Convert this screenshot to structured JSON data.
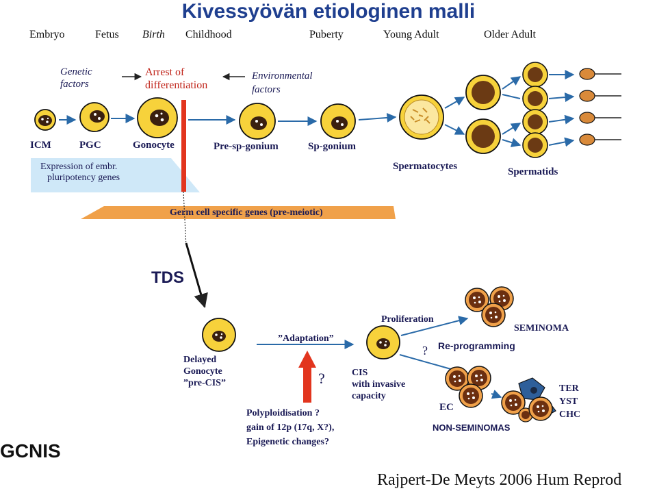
{
  "title": "Kivessyövän etiologinen malli",
  "stages": [
    "Embryo",
    "Fetus",
    "Birth",
    "Childhood",
    "Puberty",
    "Young Adult",
    "Older Adult"
  ],
  "factors": {
    "genetic": [
      "Genetic",
      "factors"
    ],
    "arrest": [
      "Arrest of",
      "differentiation"
    ],
    "environmental": [
      "Environmental",
      "factors"
    ]
  },
  "cell_labels": [
    "ICM",
    "PGC",
    "Gonocyte",
    "Pre-sp-gonium",
    "Sp-gonium",
    "Spermatocytes",
    "Spermatids"
  ],
  "bands": {
    "pluripotency": [
      "Expression of  embr.",
      "pluripotency genes"
    ],
    "germ_cell": "Germ cell specific genes (pre-meiotic)"
  },
  "tds": "TDS",
  "gcnis": "GCNIS",
  "delayed": [
    "Delayed",
    "Gonocyte",
    "”pre-CIS”"
  ],
  "adaptation": "”Adaptation”",
  "question": "?",
  "polyploid": [
    "Polyploidisation ?",
    "gain of 12p (17q, X?),",
    "Epigenetic changes?"
  ],
  "cis": [
    "CIS",
    "with invasive",
    "capacity"
  ],
  "proliferation": "Proliferation",
  "seminoma": "SEMINOMA",
  "reprogramming": "Re-programming",
  "ec": "EC",
  "nonseminomas": "NON-SEMINOMAS",
  "ter": [
    "TER",
    "YST",
    "CHC"
  ],
  "citation": "Rajpert-De Meyts 2006 Hum Reprod",
  "colors": {
    "title": "#1f3f8f",
    "cell": "#f7d23b",
    "orange": "#f0a14a",
    "blue_band": "#cfe8f8",
    "red": "#e2351e",
    "arrow": "#2a6aa8"
  }
}
